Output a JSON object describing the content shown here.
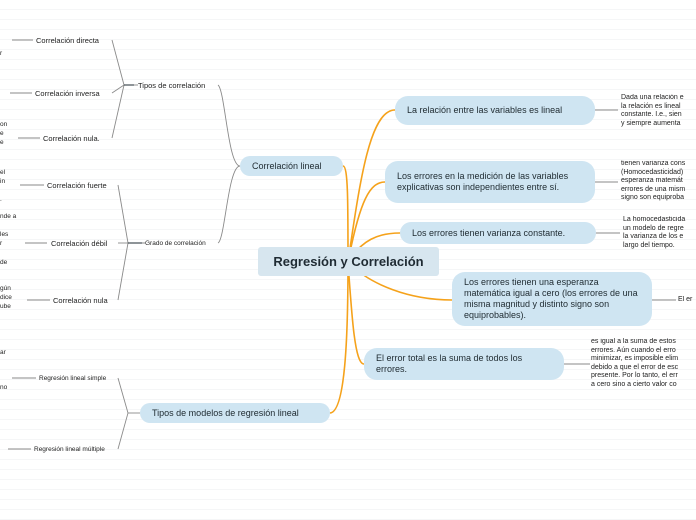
{
  "center": "Regresión y Correlación",
  "left": {
    "correlacion_lineal": {
      "label": "Correlación lineal",
      "tipos": {
        "label": "Tipos de correlación",
        "items": [
          "Correlación directa",
          "Correlación inversa",
          "Correlación nula."
        ]
      },
      "grado": {
        "label": "Grado de correlación",
        "items": [
          "Correlación fuerte",
          "Correlación débil",
          "Correlación nula"
        ]
      }
    },
    "modelos": {
      "label": "Tipos de modelos de regresión lineal",
      "items": [
        "Regresión lineal simple",
        "Regresión lineal múltiple"
      ]
    },
    "fragments": [
      "r",
      "on",
      "e",
      "e",
      "el",
      "in",
      ".",
      "nde a",
      "les",
      "r",
      "de",
      "gún",
      "dice",
      "ube",
      "ar",
      "no"
    ]
  },
  "right": [
    {
      "label": "La relación entre las variables es lineal",
      "note": "Dada una relación e\nla relación es lineal\nconstante. I.e., sien\ny siempre aumenta"
    },
    {
      "label": "Los errores en la medición de las variables explicativas son independientes entre sí.",
      "note": "tienen varianza cons\n(Homocedasticidad)\nesperanza matemát\nerrores de una mism\nsigno son equiproba"
    },
    {
      "label": "Los errores tienen varianza constante.",
      "note": "La homocedasticida\nun modelo de regre\nla varianza de los e\nlargo del tiempo."
    },
    {
      "label": "Los errores tienen una esperanza matemática igual a cero (los errores de una misma magnitud y distinto signo son equiprobables).",
      "note": "El er"
    },
    {
      "label": "El error total es la suma de todos los errores.",
      "note": "es igual a la suma de estos\nerrores. Aún cuando el erro\nminimizar, es imposible elim\ndebido a que el error de esc\npresente. Por lo tanto, el err\na cero sino a cierto valor co"
    }
  ],
  "colors": {
    "accent": "#f5a21b",
    "node": "#cfe5f2",
    "center": "#d7e6ef",
    "line": "#8a8a8a"
  }
}
